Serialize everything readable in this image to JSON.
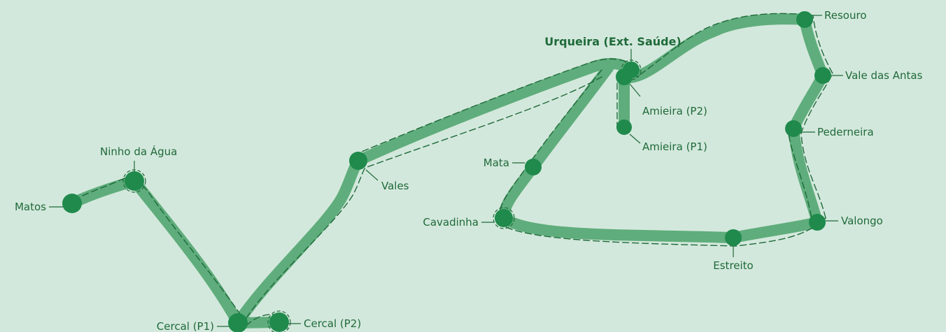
{
  "colors": {
    "background": "#d3e8dc",
    "route": "#5fad7c",
    "stop": "#1f8a4c",
    "text": "#1f6a3a"
  },
  "stops": {
    "matos": "Matos",
    "ninho": "Ninho da Água",
    "cercal_p1": "Cercal (P1)",
    "cercal_p2": "Cercal (P2)",
    "vales": "Vales",
    "mata": "Mata",
    "cavadinha": "Cavadinha",
    "urqueira": "Urqueira (Ext. Saúde)",
    "amieira_p2": "Amieira (P2)",
    "amieira_p1": "Amieira (P1)",
    "resouro": "Resouro",
    "vale_antas": "Vale das Antas",
    "pederneira": "Pederneira",
    "valongo": "Valongo",
    "estreito": "Estreito"
  }
}
